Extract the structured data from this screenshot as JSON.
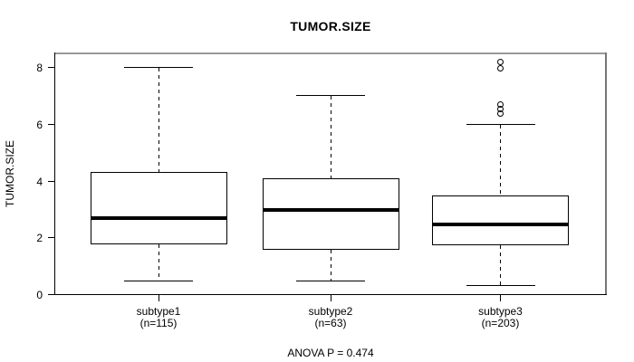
{
  "chart_data": {
    "type": "boxplot",
    "title": "TUMOR.SIZE",
    "ylabel": "TUMOR.SIZE",
    "xlabel": "",
    "footnote": "ANOVA P = 0.474",
    "ylim": [
      0,
      8.5
    ],
    "yticks": [
      "0",
      "2",
      "4",
      "6",
      "8"
    ],
    "grid": false,
    "legend": "none",
    "groups": [
      {
        "label": "subtype1",
        "sublabel": "(n=115)",
        "n": 115,
        "whisker_low": 0.5,
        "q1": 1.8,
        "median": 2.7,
        "q3": 4.35,
        "whisker_high": 8.0,
        "outliers": []
      },
      {
        "label": "subtype2",
        "sublabel": "(n=63)",
        "n": 63,
        "whisker_low": 0.5,
        "q1": 1.6,
        "median": 3.0,
        "q3": 4.1,
        "whisker_high": 7.0,
        "outliers": []
      },
      {
        "label": "subtype3",
        "sublabel": "(n=203)",
        "n": 203,
        "whisker_low": 0.35,
        "q1": 1.75,
        "median": 2.5,
        "q3": 3.5,
        "whisker_high": 6.0,
        "outliers": [
          6.4,
          6.55,
          6.7,
          8.0,
          8.2
        ]
      }
    ],
    "colors": {
      "line": "#000000",
      "box_fill": "#ffffff",
      "frame_top": "#999999",
      "frame_right": "#777777",
      "background": "#ffffff"
    }
  }
}
